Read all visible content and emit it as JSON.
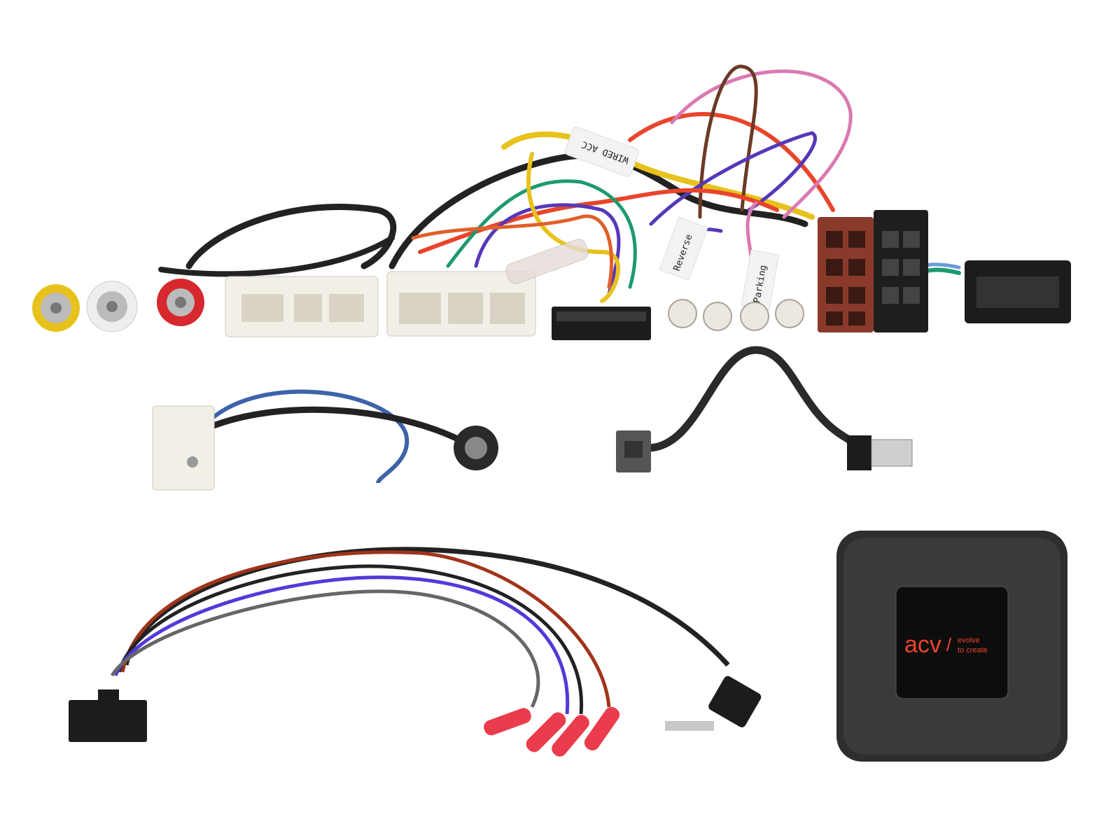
{
  "labels": {
    "wired_acc": "WIRED ACC",
    "reverse": "Reverse",
    "parking": "Parking"
  },
  "module": {
    "brand": "acv",
    "slogan_line1": "evolve",
    "slogan_line2": "to create"
  },
  "colors": {
    "background": "#ffffff",
    "brand_red": "#e8452c",
    "module_body": "#2a2a2a"
  }
}
